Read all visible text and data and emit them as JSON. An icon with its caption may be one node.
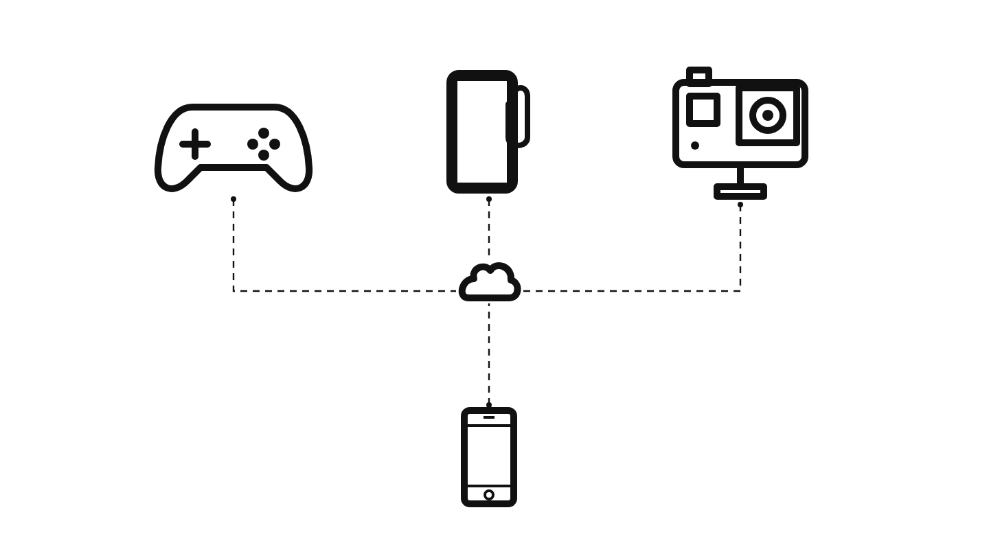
{
  "diagram": {
    "nodes": [
      {
        "text": [],
        "shape": "gamepad"
      },
      {
        "text": [],
        "shape": "tablet"
      },
      {
        "text": [],
        "shape": "camera"
      },
      {
        "text": [],
        "shape": "cloud"
      },
      {
        "text": [],
        "shape": "phone"
      }
    ],
    "edges": [
      {
        "from": 0,
        "to": 3,
        "arrow": "other",
        "style": "dashed"
      },
      {
        "from": 1,
        "to": 3,
        "arrow": "other",
        "style": "dashed"
      },
      {
        "from": 2,
        "to": 3,
        "arrow": "other",
        "style": "dashed"
      },
      {
        "from": 4,
        "to": 3,
        "arrow": "other",
        "style": "dashed"
      }
    ]
  }
}
